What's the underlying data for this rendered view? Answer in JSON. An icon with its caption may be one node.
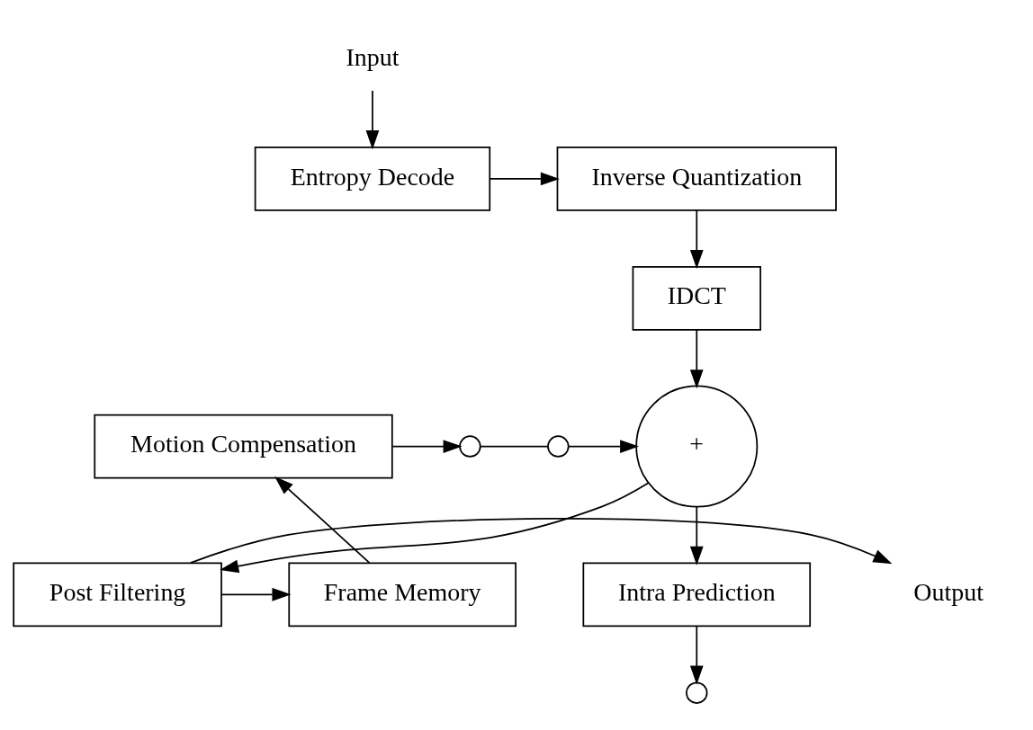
{
  "diagram": {
    "nodes": [
      {
        "text": [
          "Input"
        ]
      },
      {
        "text": [
          "Entropy Decode"
        ]
      },
      {
        "text": [
          "Inverse Quantization"
        ]
      },
      {
        "text": [
          "IDCT"
        ]
      },
      {
        "text": [
          "Motion Compensation"
        ]
      },
      {
        "text": [],
        "shape": "circle"
      },
      {
        "text": [],
        "shape": "circle"
      },
      {
        "text": [],
        "shape": "circle"
      },
      {
        "text": [
          "+"
        ]
      },
      {
        "text": [
          "Intra Prediction"
        ]
      },
      {
        "text": [
          "Frame Memory"
        ]
      },
      {
        "text": [
          "Post Filtering"
        ]
      },
      {
        "text": [
          "Output"
        ]
      }
    ],
    "edges": [
      {
        "from": 0,
        "to": 1,
        "arrow": "to"
      },
      {
        "from": 1,
        "to": 2,
        "arrow": "to"
      },
      {
        "from": 2,
        "to": 3,
        "arrow": "to"
      },
      {
        "from": 3,
        "to": 8,
        "arrow": "to"
      },
      {
        "from": 4,
        "to": 5,
        "arrow": "to"
      },
      {
        "from": 5,
        "to": 6,
        "arrow": "none"
      },
      {
        "from": 6,
        "to": 8,
        "arrow": "to"
      },
      {
        "from": 9,
        "to": 7,
        "arrow": "to"
      },
      {
        "from": 8,
        "to": 9,
        "arrow": "to"
      },
      {
        "from": 8,
        "to": 11,
        "arrow": "to"
      },
      {
        "from": 11,
        "to": 10,
        "arrow": "to"
      },
      {
        "from": 10,
        "to": 4,
        "arrow": "to"
      },
      {
        "from": 11,
        "to": 12,
        "arrow": "to"
      }
    ]
  }
}
